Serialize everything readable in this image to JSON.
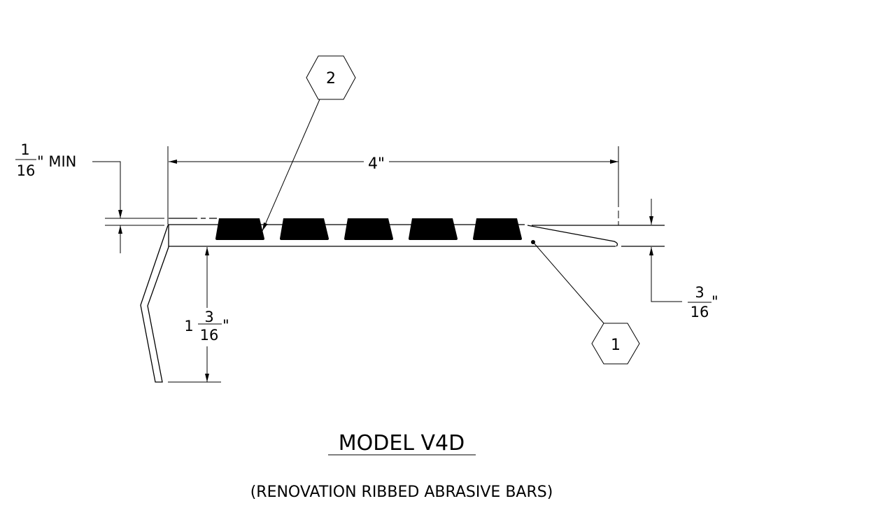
{
  "drawing": {
    "title": "MODEL V4D",
    "subtitle": "(RENOVATION RIBBED ABRASIVE BARS)",
    "dimensions": {
      "width": {
        "text": "4\""
      },
      "min_gap": {
        "num": "1",
        "den": "16",
        "suffix": "\" MIN"
      },
      "thickness": {
        "num": "3",
        "den": "16",
        "suffix": "\""
      },
      "nose_height": {
        "whole": "1",
        "num": "3",
        "den": "16",
        "suffix": "\""
      }
    },
    "balloons": [
      {
        "label": "1"
      },
      {
        "label": "2"
      }
    ],
    "bar_count": 5
  }
}
